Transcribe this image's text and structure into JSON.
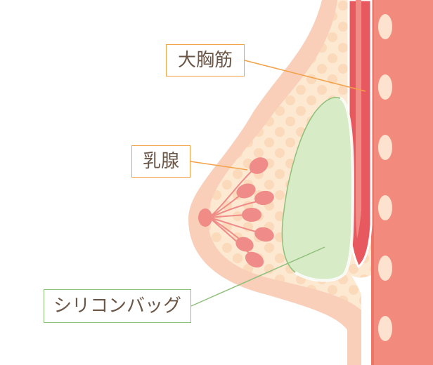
{
  "labels": {
    "pectoralis_major": "大胸筋",
    "mammary_gland": "乳腺",
    "silicone_bag": "シリコンバッグ"
  },
  "colors": {
    "skin_outer": "#f9cfb9",
    "fat": "#fde9d2",
    "fat_bubble": "#fbd9bb",
    "muscle": "#e8585f",
    "muscle_highlight": "#f08b86",
    "rib_wall": "#f28b7d",
    "rib_spot": "#fde3cf",
    "implant": "#d8ebc7",
    "gland": "#ef8b89",
    "nipple": "#f08b86",
    "label_text": "#6b5748",
    "leader_orange": "#f3a24a",
    "leader_green": "#8ec07a"
  }
}
